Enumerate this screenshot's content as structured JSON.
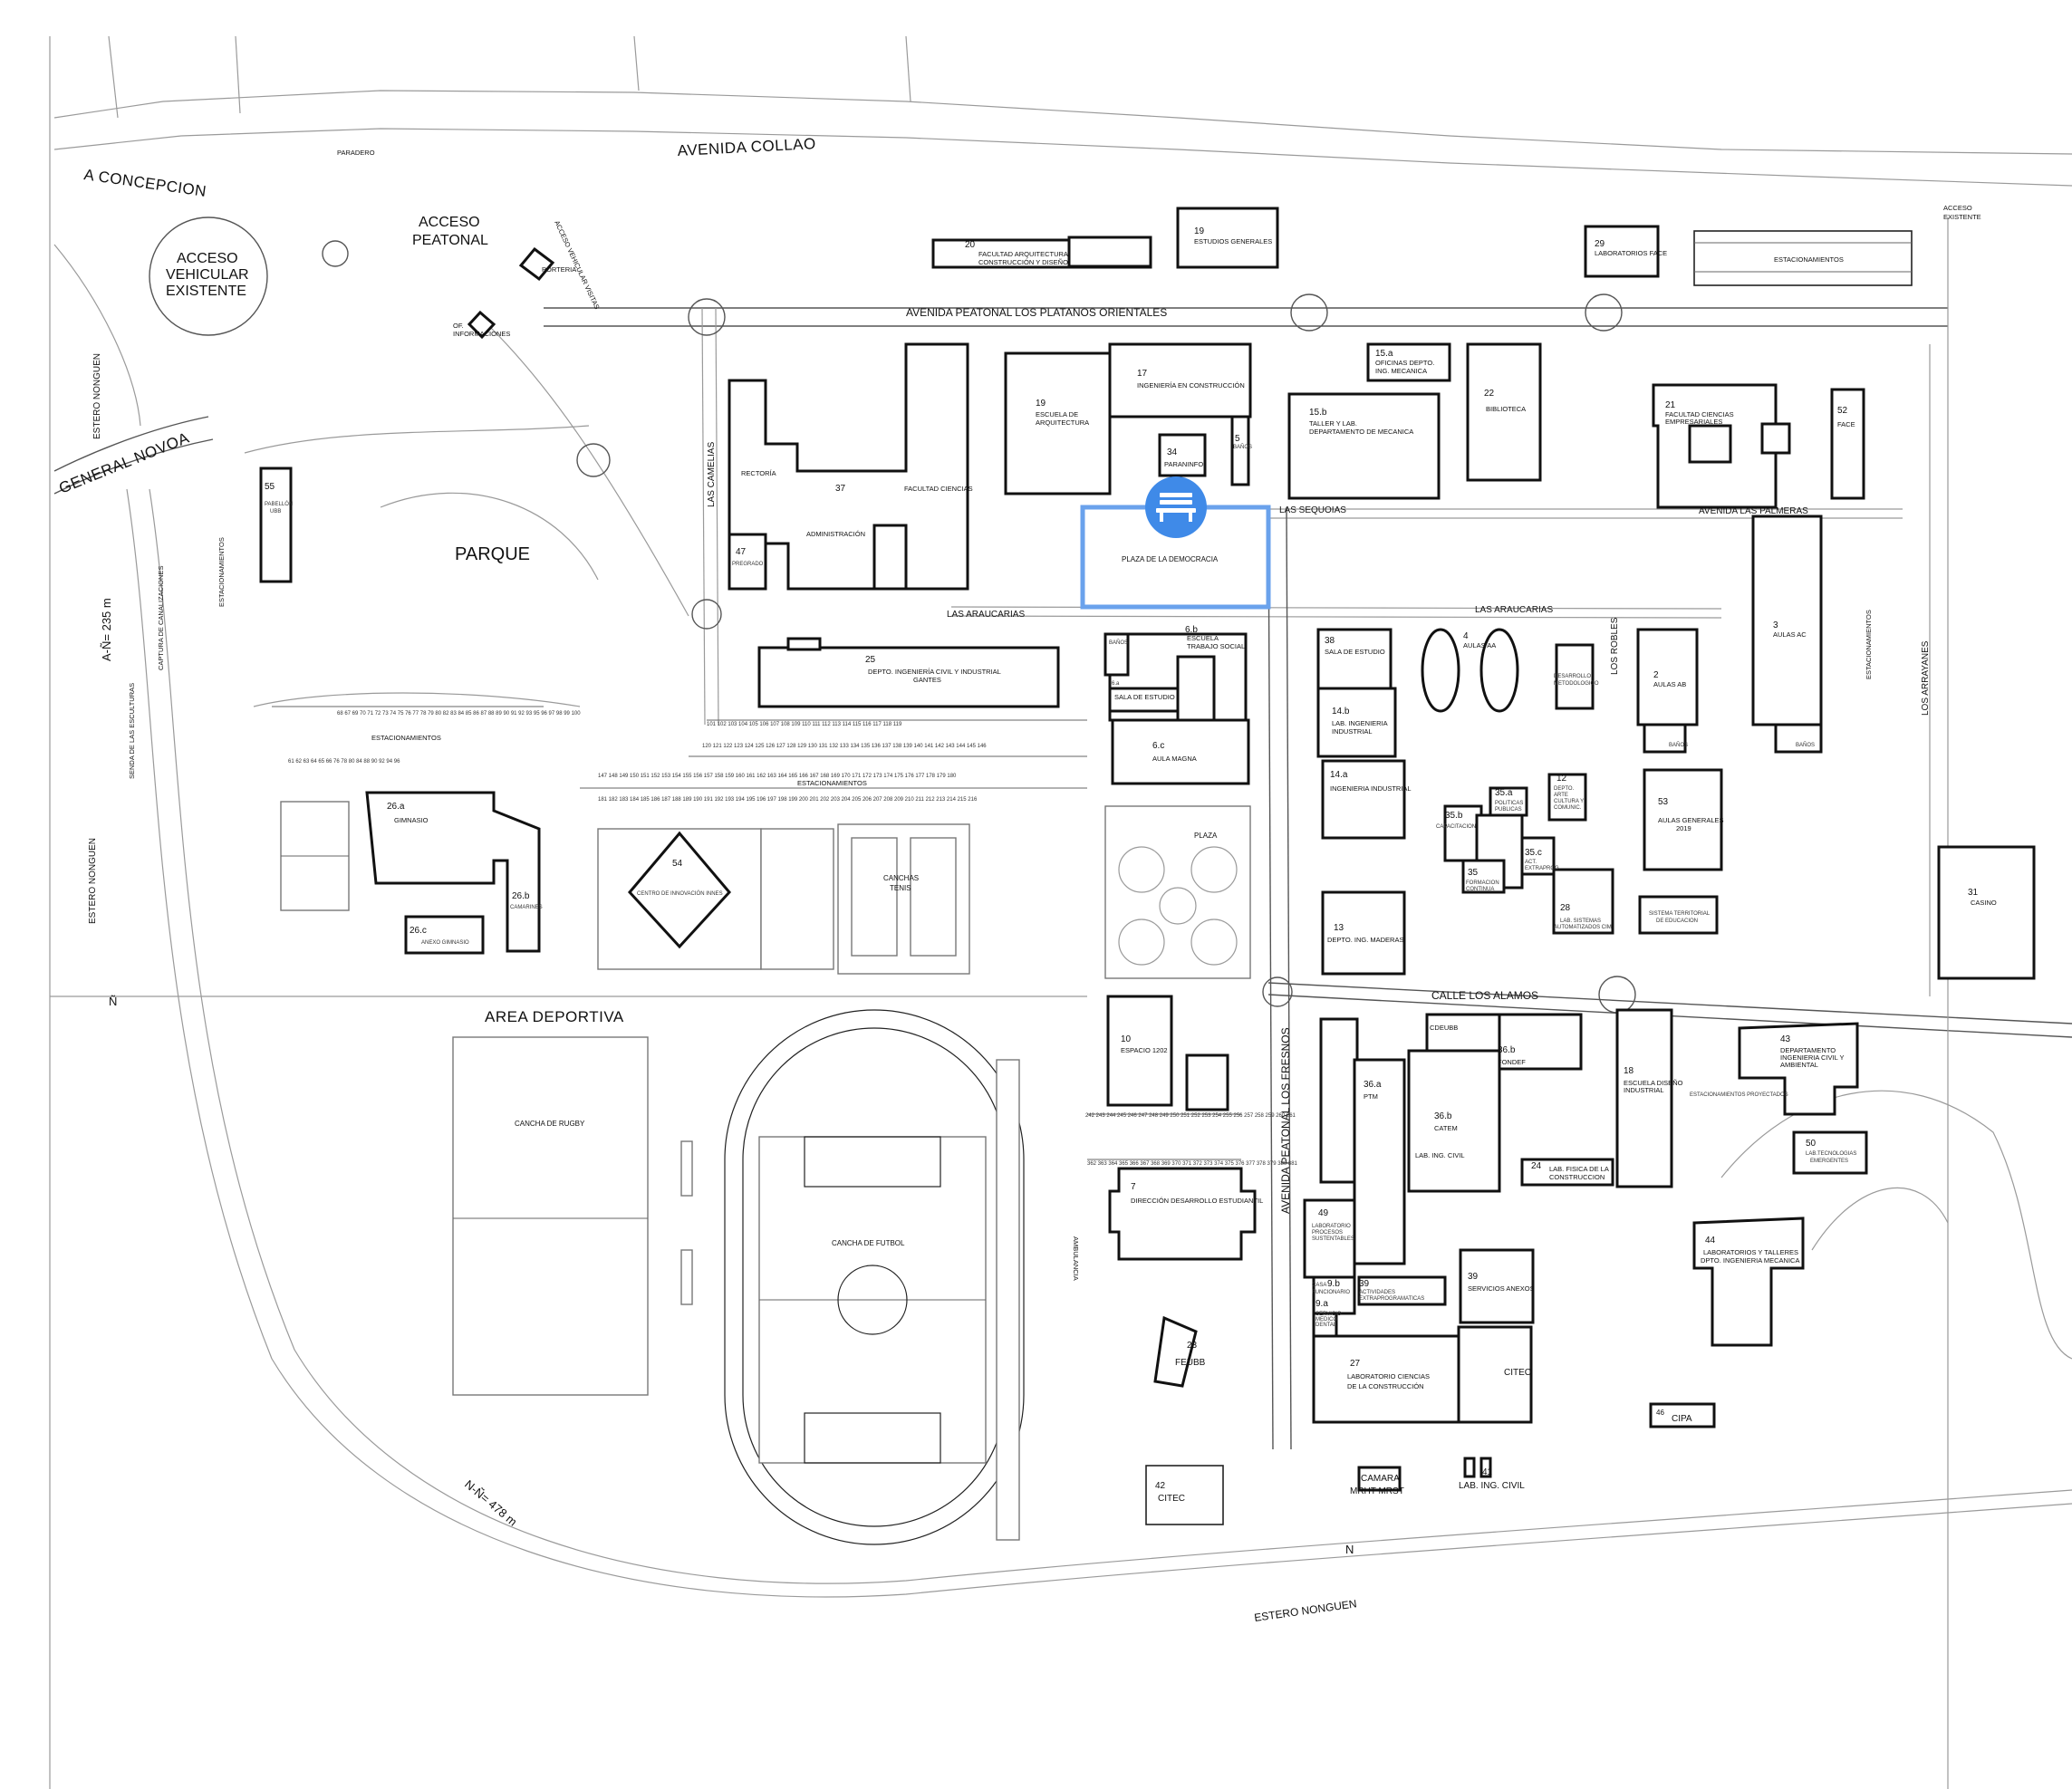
{
  "streets": {
    "avenida_collao": "AVENIDA COLLAO",
    "a_concepcion": "A CONCEPCION",
    "general_novoa": "GENERAL NOVOA",
    "platanos": "AVENIDA PEATONAL LOS PLATANOS ORIENTALES",
    "fresnos": "AVENIDA PEATONAL LOS FRESNOS",
    "palmeras": "AVENIDA LAS PALMERAS",
    "araucarias_w": "LAS ARAUCARIAS",
    "araucarias_e": "LAS ARAUCARIAS",
    "sequoias": "LAS SEQUOIAS",
    "camelias": "LAS CAMELIAS",
    "robles": "LOS ROBLES",
    "arrayanes": "LOS ARRAYANES",
    "calle_alamos": "CALLE LOS ALAMOS",
    "estero_nonguen_s": "ESTERO NONGUEN",
    "estero_nonguen_w1": "ESTERO NONGUEN",
    "estero_nonguen_w2": "ESTERO NONGUEN",
    "senda": "SENDA DE LAS ESCULTURAS",
    "captura": "CAPTURA DE CANALIZACIONES",
    "paradero": "PARADERO",
    "acceso_existente_a": "ACCESO",
    "acceso_existente_b": "EXISTENTE",
    "ambulancia": "AMBULANCIA",
    "n_letter_1": "Ñ",
    "n_letter_2": "N",
    "an_235": "A-Ñ= 235 m",
    "nn_478": "N-Ñ= 478 m"
  },
  "access": {
    "peatonal_1": "ACCESO",
    "peatonal_2": "PEATONAL",
    "vehicular_1": "ACCESO",
    "vehicular_2": "VEHICULAR",
    "vehicular_3": "EXISTENTE",
    "visitas": "ACCESO VEHICULAR VISITAS",
    "porteria": "PORTERIA",
    "of_info_1": "OF.",
    "of_info_2": "INFORMACIONES"
  },
  "areas": {
    "parque": "PARQUE",
    "area_deportiva": "AREA DEPORTIVA",
    "cancha_rugby": "CANCHA DE RUGBY",
    "cancha_futbol": "CANCHA DE FUTBOL",
    "canchas_tenis_1": "CANCHAS",
    "canchas_tenis_2": "TENIS",
    "plaza": "PLAZA",
    "plaza_democracia": "PLAZA DE LA DEMOCRACIA",
    "estacionamientos_1": "ESTACIONAMIENTOS",
    "estacionamientos_2": "ESTACIONAMIENTOS",
    "estacionamientos_3": "ESTACIONAMIENTOS",
    "estacionamientos_4": "ESTACIONAMIENTOS",
    "estacionamientos_5": "ESTACIONAMIENTOS",
    "estacionamientos_proy": "ESTACIONAMIENTOS PROYECTADOS"
  },
  "buildings": {
    "b20": {
      "num": "20",
      "l1": "FACULTAD ARQUITECTURA",
      "l2": "CONSTRUCCIÓN Y DISEÑO"
    },
    "b19a": {
      "num": "19",
      "l1": "ESTUDIOS GENERALES"
    },
    "b29": {
      "num": "29",
      "l1": "LABORATORIOS FACE"
    },
    "b19b": {
      "num": "19",
      "l1": "ESCUELA DE",
      "l2": "ARQUITECTURA"
    },
    "b17": {
      "num": "17",
      "l1": "INGENIERÍA EN CONSTRUCCIÓN"
    },
    "b34": {
      "num": "34",
      "l1": "PARANINFO"
    },
    "b5": {
      "num": "5",
      "l1": "BAÑOS"
    },
    "b15a": {
      "num": "15.a",
      "l1": "OFICINAS DEPTO.",
      "l2": "ING. MECANICA"
    },
    "b15b": {
      "num": "15.b",
      "l1": "TALLER Y LAB.",
      "l2": "DEPARTAMENTO DE MECANICA"
    },
    "b22": {
      "num": "22",
      "l1": "BIBLIOTECA"
    },
    "b21": {
      "num": "21",
      "l1": "FACULTAD CIENCIAS",
      "l2": "EMPRESARIALES"
    },
    "b52": {
      "num": "52",
      "l1": "FACE"
    },
    "b37": {
      "num": "37",
      "l1": "RECTORÍA",
      "l2": "FACULTAD CIENCIAS",
      "l3": "ADMINISTRACIÓN"
    },
    "b47": {
      "num": "47",
      "l1": "PREGRADO"
    },
    "b55": {
      "num": "55",
      "l1": "PABELLÓN",
      "l2": "UBB"
    },
    "b25": {
      "num": "25",
      "l1": "DEPTO. INGENIERÍA CIVIL Y INDUSTRIAL",
      "l2": "GANTES"
    },
    "b6b": {
      "num": "6.b",
      "l1": "ESCUELA",
      "l2": "TRABAJO SOCIAL"
    },
    "b6a": {
      "num": "6.a",
      "l1": "SALA DE ESTUDIO"
    },
    "b6c": {
      "num": "6.c",
      "l1": "AULA MAGNA"
    },
    "banos1": {
      "l1": "BAÑOS"
    },
    "b38": {
      "num": "38",
      "l1": "SALA DE ESTUDIO"
    },
    "b4": {
      "num": "4",
      "l1": "AULAS AA"
    },
    "b14b": {
      "num": "14.b",
      "l1": "LAB. INGENIERIA",
      "l2": "INDUSTRIAL"
    },
    "b14a": {
      "num": "14.a",
      "l1": "INGENIERIA INDUSTRIAL"
    },
    "desarrollo": {
      "l1": "DESARROLLO",
      "l2": "METODOLOGICO"
    },
    "b2": {
      "num": "2",
      "l1": "AULAS AB"
    },
    "banos2": {
      "l1": "BAÑOS"
    },
    "b3": {
      "num": "3",
      "l1": "AULAS AC"
    },
    "banos3": {
      "l1": "BAÑOS"
    },
    "b53": {
      "num": "53",
      "l1": "AULAS GENERALES",
      "l2": "2019"
    },
    "b35a": {
      "num": "35.a",
      "l1": "POLITICAS",
      "l2": "PUBLICAS"
    },
    "b35b": {
      "num": "35.b",
      "l1": "CAPACITACION"
    },
    "b35c": {
      "num": "35.c",
      "l1": "ACT.",
      "l2": "EXTRAPROG."
    },
    "b35": {
      "num": "35",
      "l1": "FORMACION",
      "l2": "CONTINUA"
    },
    "b12": {
      "num": "12",
      "l1": "DEPTO.",
      "l2": "ARTE",
      "l3": "CULTURA Y",
      "l4": "COMUNIC."
    },
    "b28": {
      "num": "28",
      "l1": "LAB. SISTEMAS",
      "l2": "AUTOMATIZADOS CIM"
    },
    "sisterr": {
      "l1": "SISTEMA TERRITORIAL",
      "l2": "DE EDUCACION"
    },
    "b31": {
      "num": "31",
      "l1": "CASINO"
    },
    "b13": {
      "num": "13",
      "l1": "DEPTO. ING. MADERAS"
    },
    "b26a": {
      "num": "26.a",
      "l1": "GIMNASIO"
    },
    "b26b": {
      "num": "26.b",
      "l1": "CAMARINES"
    },
    "b26c": {
      "num": "26.c",
      "l1": "ANEXO GIMNASIO"
    },
    "b54": {
      "num": "54",
      "l1": "CENTRO DE INNOVACIÓN INNES"
    },
    "b10": {
      "num": "10",
      "l1": "ESPACIO 1202"
    },
    "b7": {
      "num": "7",
      "l1": "DIRECCIÓN DESARROLLO ESTUDIANTIL"
    },
    "b23": {
      "num": "23",
      "l1": "FEUBB"
    },
    "b36a": {
      "num": "36.a",
      "l1": "PTM"
    },
    "b36b": {
      "num": "36.b",
      "l1": "FONDEF"
    },
    "b36b2": {
      "num": "36.b",
      "l1": "CATEM"
    },
    "cdeubb": {
      "l1": "CDEUBB"
    },
    "labcivil": {
      "l1": "LAB. ING. CIVIL"
    },
    "b18": {
      "num": "18",
      "l1": "ESCUELA DISEÑO",
      "l2": "INDUSTRIAL"
    },
    "b43": {
      "num": "43",
      "l1": "DEPARTAMENTO",
      "l2": "INGENIERIA CIVIL Y",
      "l3": "AMBIENTAL"
    },
    "b50": {
      "num": "50",
      "l1": "LAB.TECNOLOGIAS",
      "l2": "EMERGENTES"
    },
    "b24": {
      "num": "24",
      "l1": "LAB. FISICA DE LA",
      "l2": "CONSTRUCCION"
    },
    "b44": {
      "num": "44",
      "l1": "LABORATORIOS Y TALLERES",
      "l2": "DPTO. INGENIERIA MECANICA"
    },
    "b49": {
      "num": "49",
      "l1": "LABORATORIO",
      "l2": "PROCESOS",
      "l3": "SUSTENTABLES"
    },
    "b9b": {
      "num": "9.b",
      "l1": "CASA",
      "l2": "FUNCIONARIO"
    },
    "b9a": {
      "num": "9.a",
      "l1": "SERVICIO",
      "l2": "MEDICO",
      "l3": "DENTAL"
    },
    "b39a": {
      "num": "39",
      "l1": "ACTIVIDADES",
      "l2": "EXTRAPROGRAMATICAS"
    },
    "b39b": {
      "num": "39",
      "l1": "SERVICIOS ANEXOS"
    },
    "b27": {
      "num": "27",
      "l1": "LABORATORIO CIENCIAS",
      "l2": "DE LA CONSTRUCCIÓN"
    },
    "citec1": {
      "l1": "CITEC"
    },
    "b46": {
      "num": "46",
      "l1": "CIPA"
    },
    "b42": {
      "num": "42",
      "l1": "CITEC"
    },
    "camara_1": {
      "l1": "CAMARA"
    },
    "camara_2": {
      "l1": "MRHT MRST"
    },
    "b41": {
      "num": "41",
      "l1": "LAB. ING. CIVIL"
    }
  },
  "parking_numbers": {
    "row_a": "68 67 69 70 71 72 73 74 75 76 77 78 79 80 82 83 84 85 86 87 88 89 90 91 92 93 95 96 97 98 99 100",
    "row_b": "61 62 63 64 65 66 76 78 80 84 88 90 92 94 96",
    "row_c": "101 102 103 104 105 106 107 108 109 110 111 112 113 114 115 116 117 118 119",
    "row_d": "120 121 122 123 124 125 126 127 128 129 130 131 132 133 134 135 136 137 138 139 140 141 142 143 144 145 146",
    "row_e": "147 148 149 150 151 152 153 154 155 156 157 158 159 160 161 162 163 164 165 166 167 168 169 170 171 172 173 174 175 176 177 178 179 180",
    "row_f": "181 182 183 184 185 186 187 188 189 190 191 192 193 194 195 196 197 198 199 200 201 202 203 204 205 206 207 208 209 210 211 212 213 214 215 216",
    "row_g": "362 363 364 365 366 367 368 369 370 371 372 373 374 375 376 377 378 379 380 381",
    "row_h": "242 243 244 245 246 247 248 249 250 251 252 253 254 255 256 257 258 259 260 261"
  },
  "marker": {
    "icon": "bench-icon",
    "color": "#3f8ae8",
    "highlight": "#6aa2ec"
  }
}
